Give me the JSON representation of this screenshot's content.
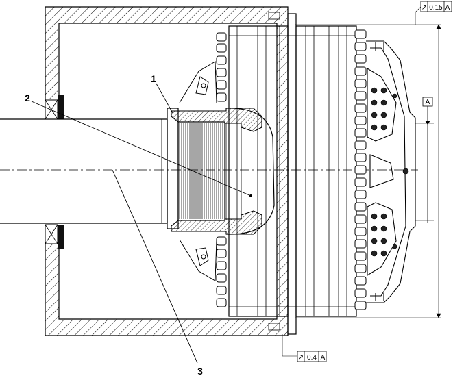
{
  "callouts": {
    "label_1": "1",
    "label_2": "2",
    "label_3": "3"
  },
  "tolerances": {
    "top": {
      "symbol": "↗",
      "value": "0.15",
      "datum": "A"
    },
    "bottom": {
      "symbol": "↗",
      "value": "0.4",
      "datum": "A"
    }
  },
  "datum": {
    "label": "A"
  }
}
